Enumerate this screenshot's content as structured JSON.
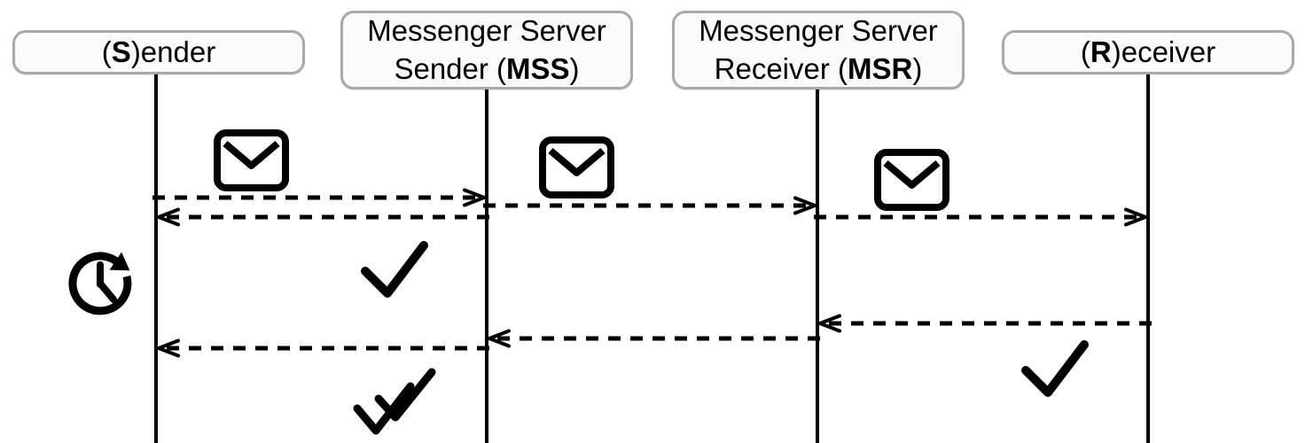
{
  "participants": [
    {
      "name": "Sender",
      "prefix": "(",
      "bold": "S",
      "suffix": ")ender"
    },
    {
      "name": "Messenger Server Sender",
      "line1": "Messenger Server",
      "line2_prefix": "Sender (",
      "line2_bold": "MSS",
      "line2_suffix": ")"
    },
    {
      "name": "Messenger Server Receiver",
      "line1": "Messenger Server",
      "line2_prefix": "Receiver (",
      "line2_bold": "MSR",
      "line2_suffix": ")"
    },
    {
      "name": "Receiver",
      "prefix": "(",
      "bold": "R",
      "suffix": ")eceiver"
    }
  ],
  "arrows": [
    {
      "from": "sender",
      "to": "mss",
      "style": "dashed"
    },
    {
      "from": "mss",
      "to": "sender",
      "style": "dashed"
    },
    {
      "from": "mss",
      "to": "msr",
      "style": "dashed"
    },
    {
      "from": "msr",
      "to": "receiver",
      "style": "dashed"
    },
    {
      "from": "receiver",
      "to": "msr",
      "style": "dashed"
    },
    {
      "from": "msr",
      "to": "mss",
      "style": "dashed"
    },
    {
      "from": "mss",
      "to": "sender",
      "style": "dashed"
    }
  ],
  "icons": [
    {
      "name": "envelope-icon",
      "between": [
        "sender",
        "mss"
      ]
    },
    {
      "name": "envelope-icon",
      "between": [
        "mss",
        "msr"
      ]
    },
    {
      "name": "envelope-icon",
      "between": [
        "msr",
        "receiver"
      ]
    },
    {
      "name": "single-check-icon",
      "between": [
        "sender",
        "mss"
      ]
    },
    {
      "name": "single-check-icon",
      "between": [
        "msr",
        "receiver"
      ]
    },
    {
      "name": "double-check-icon",
      "between": [
        "sender",
        "mss"
      ]
    },
    {
      "name": "clock-arrow-icon",
      "near": "sender"
    }
  ],
  "colors": {
    "stroke": "#000000",
    "box_fill": "#fafafa",
    "box_border": "#a9a9a9",
    "background": "#ffffff"
  }
}
